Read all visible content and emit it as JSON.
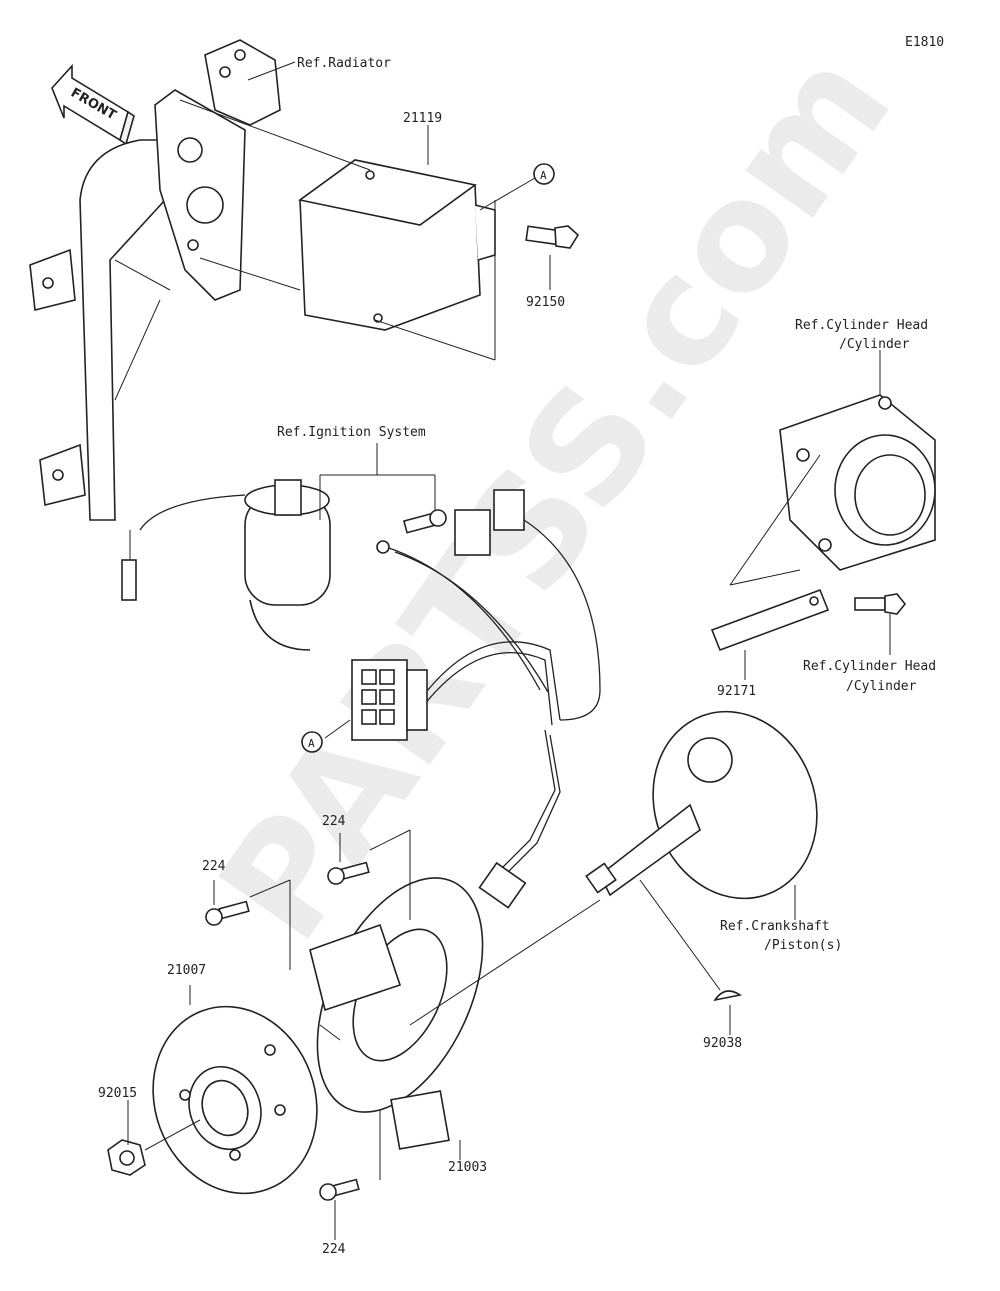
{
  "diagram_id": "E1810",
  "front_label": "FRONT",
  "callouts": {
    "ref_radiator": "Ref.Radiator",
    "p21119": "21119",
    "marker_a_top": "A",
    "p92150": "92150",
    "ref_cyl_head_top_1": "Ref.Cylinder Head",
    "ref_cyl_head_top_2": "/Cylinder",
    "ref_ignition": "Ref.Ignition System",
    "ref_cyl_head_bot_1": "Ref.Cylinder Head",
    "ref_cyl_head_bot_2": "/Cylinder",
    "p92171": "92171",
    "marker_a_bottom": "A",
    "p224_top": "224",
    "p224_left": "224",
    "ref_crank_1": "Ref.Crankshaft",
    "ref_crank_2": "/Piston(s)",
    "p21007": "21007",
    "p92038": "92038",
    "p92015": "92015",
    "p21003": "21003",
    "p224_bottom": "224"
  },
  "watermark": "PARTSS.com"
}
